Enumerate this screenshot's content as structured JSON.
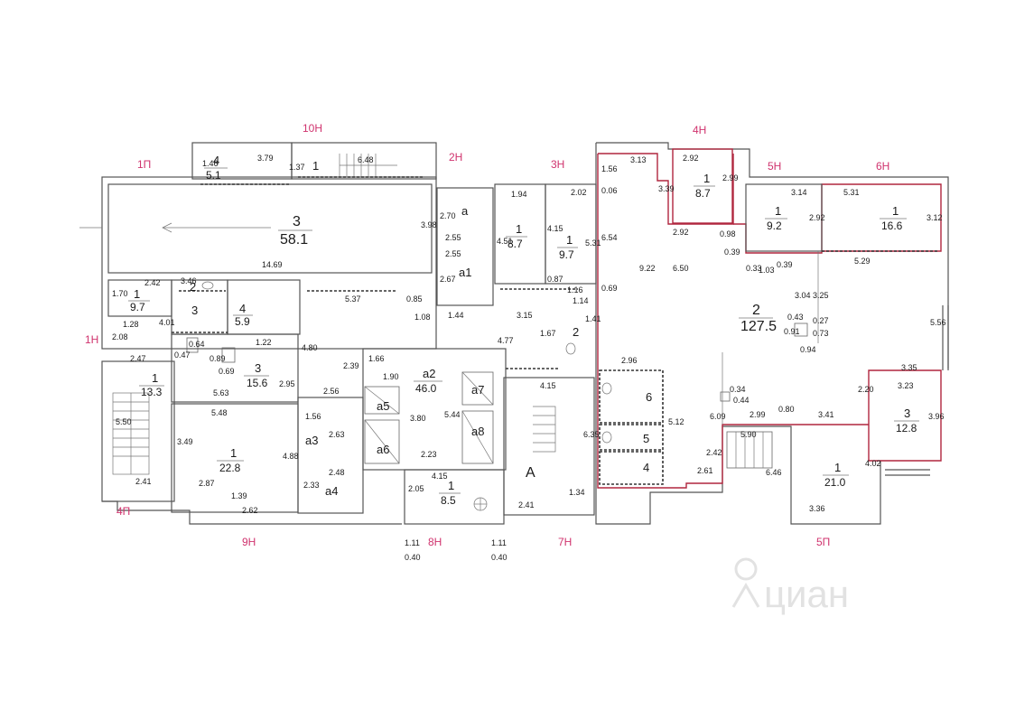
{
  "watermark": "циан",
  "section_labels": [
    "10Н",
    "1П",
    "2Н",
    "3Н",
    "4Н",
    "5Н",
    "6Н",
    "1Н",
    "4П",
    "9Н",
    "8Н",
    "7Н",
    "5П"
  ],
  "room_numbers": [
    "4",
    "1",
    "3",
    "2",
    "1",
    "3",
    "4",
    "3",
    "1",
    "1",
    "a",
    "a1",
    "1",
    "1",
    "2",
    "a2",
    "a5",
    "a6",
    "a7",
    "a8",
    "a3",
    "a4",
    "1",
    "A",
    "1",
    "1",
    "1",
    "2",
    "6",
    "5",
    "4",
    "3",
    "1"
  ],
  "room_areas": [
    "5.1",
    "58.1",
    "9.7",
    "5.9",
    "15.6",
    "13.3",
    "22.8",
    "8.7",
    "9.7",
    "46.0",
    "8.5",
    "8.7",
    "9.2",
    "16.6",
    "127.5",
    "12.8",
    "21.0"
  ],
  "dimensions": [
    "1.46",
    "3.79",
    "1.37",
    "6.48",
    "3.98",
    "14.69",
    "2.70",
    "2.55",
    "2.55",
    "2.67",
    "1.94",
    "4.51",
    "4.15",
    "2.02",
    "5.31",
    "1.56",
    "3.13",
    "3.39",
    "2.92",
    "2.99",
    "3.14",
    "5.31",
    "3.12",
    "0.06",
    "6.54",
    "9.22",
    "6.50",
    "2.92",
    "0.98",
    "0.39",
    "2.92",
    "0.33",
    "1.03",
    "0.39",
    "5.29",
    "1.70",
    "2.42",
    "3.46",
    "1.28",
    "2.08",
    "2.47",
    "4.01",
    "0.64",
    "0.47",
    "0.89",
    "0.69",
    "1.22",
    "5.63",
    "2.95",
    "4.80",
    "5.37",
    "0.85",
    "1.08",
    "1.44",
    "3.15",
    "1.16",
    "1.14",
    "0.87",
    "1.67",
    "4.77",
    "0.69",
    "1.41",
    "3.04",
    "3.25",
    "0.43",
    "0.27",
    "0.91",
    "0.73",
    "0.94",
    "5.56",
    "2.39",
    "1.66",
    "1.90",
    "2.56",
    "1.56",
    "2.63",
    "2.48",
    "3.80",
    "5.44",
    "2.23",
    "4.15",
    "6.35",
    "2.96",
    "0.34",
    "0.44",
    "3.35",
    "3.23",
    "2.20",
    "3.96",
    "0.80",
    "2.99",
    "3.41",
    "6.09",
    "5.12",
    "5.90",
    "6.46",
    "2.42",
    "4.02",
    "5.50",
    "3.49",
    "5.48",
    "4.88",
    "2.87",
    "1.39",
    "2.62",
    "2.41",
    "2.33",
    "2.05",
    "4.15",
    "2.41",
    "1.34",
    "2.61",
    "3.36",
    "1.11",
    "0.40",
    "1.11",
    "0.40"
  ]
}
